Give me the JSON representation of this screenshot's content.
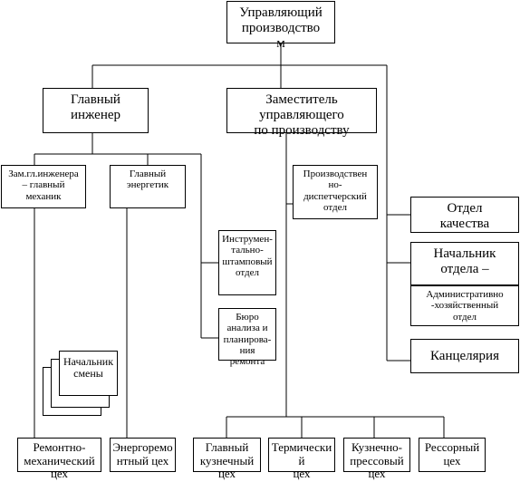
{
  "nodes": {
    "director": "Управляющий\nпроизводство\nм",
    "chief_engineer": "Главный\nинженер",
    "deputy": "Заместитель\nуправляющего\nпо производству",
    "deputy_chief_mechanic": "Зам.гл.инженера\n– главный\nмеханик",
    "chief_power_engineer": "Главный\nэнергетик",
    "tool_dept": "Инструмен-\nтально-\nштамповый\nотдел",
    "repair_bureau": "Бюро\nанализа и\nпланирова-\nния\nремонта",
    "shift_head": "Начальник\nсмены",
    "dispatch_dept": "Производствен\nно-\nдиспетчерский\nотдел",
    "quality_dept": "Отдел\nкачества",
    "admin_head": "Начальник\nотдела –",
    "admin_dept": "Административно\n-хозяйственный\nотдел",
    "chancellery": "Канцелярия",
    "repair_shop": "Ремонтно-\nмеханический\nцех",
    "energy_shop": "Энергоремо\nнтный цех",
    "forge_shop": "Главный\nкузнечный\nцех",
    "thermal_shop": "Термически\nй\nцех",
    "press_shop": "Кузнечно-\nпрессовый\nцех",
    "spring_shop": "Рессорный\nцех"
  }
}
